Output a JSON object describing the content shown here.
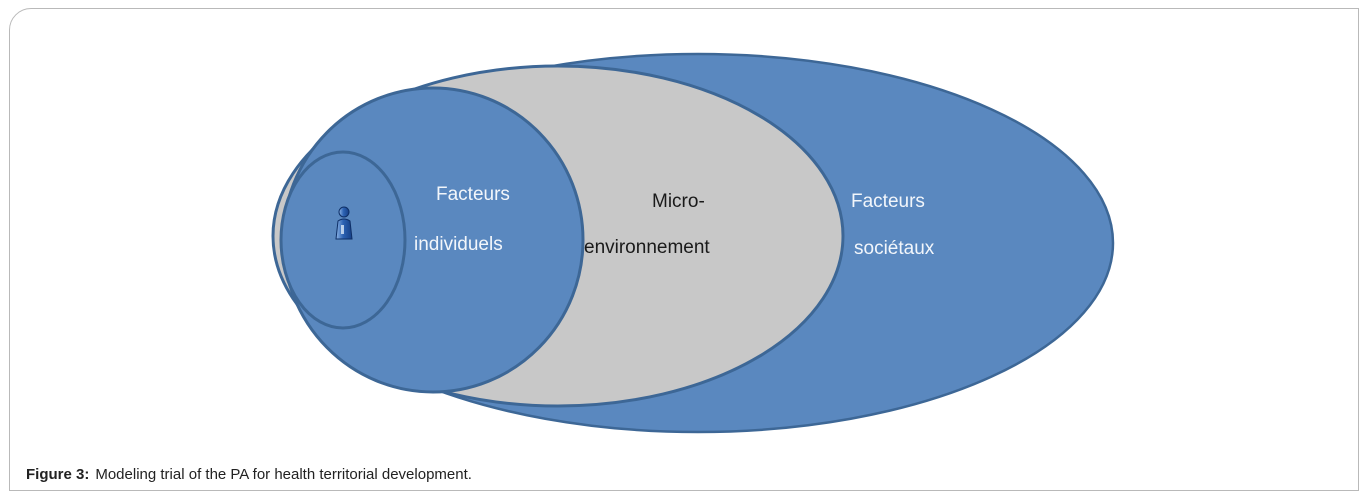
{
  "diagram": {
    "outer_label_line1": "Facteurs",
    "outer_label_line2": "sociétaux",
    "middle_label_line1": "Micro-",
    "middle_label_line2": "environnement",
    "inner_label_line1": "Facteurs",
    "inner_label_line2": "individuels",
    "center_icon": "person-icon",
    "colors": {
      "outer_fill": "#5a88bf",
      "middle_fill": "#c8c8c8",
      "inner_fill": "#5a88bf",
      "stroke": "#3d6796",
      "person_fill": "#1f4e9a"
    }
  },
  "caption": {
    "label": "Figure 3:",
    "text": "Modeling trial of the PA for health territorial development."
  }
}
